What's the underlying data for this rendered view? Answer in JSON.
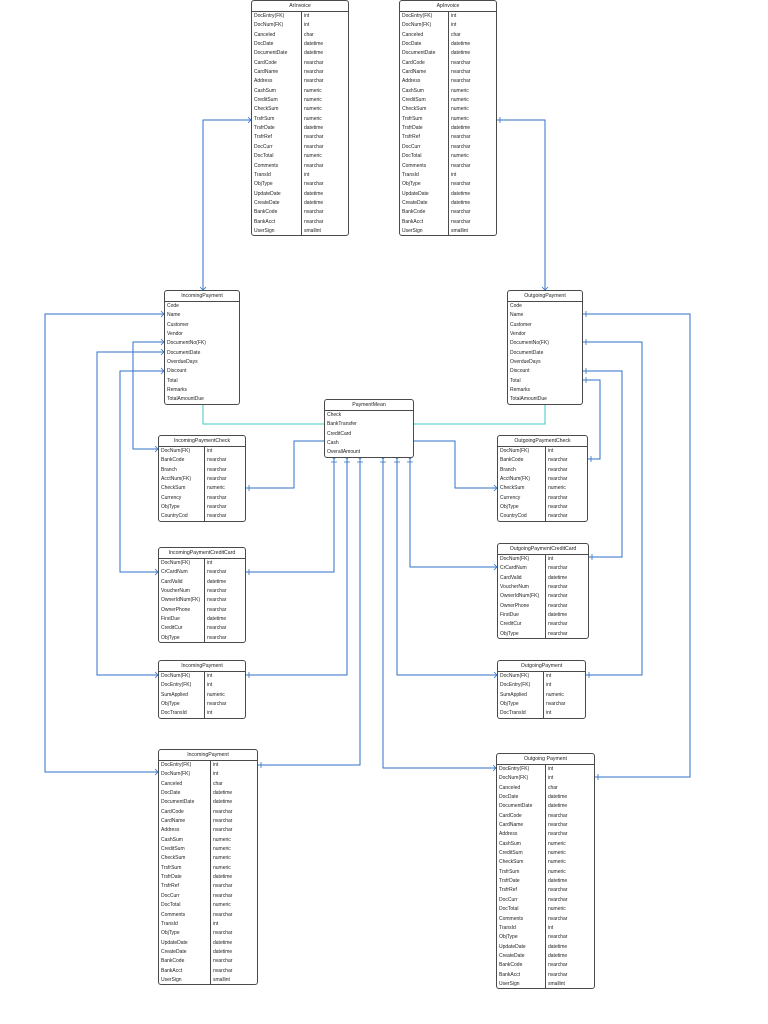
{
  "tables": [
    {
      "id": "arinvoice",
      "title": "ArInvoice",
      "rows": [
        [
          "DocEntry(FK)",
          "int"
        ],
        [
          "DocNum(FK)",
          "int"
        ],
        [
          "Canceled",
          "char"
        ],
        [
          "DocDate",
          "datetime"
        ],
        [
          "DocumentDate",
          "datetime"
        ],
        [
          "CardCode",
          "nvarchar"
        ],
        [
          "CardName",
          "nvarchar"
        ],
        [
          "Address",
          "nvarchar"
        ],
        [
          "CashSum",
          "numeric"
        ],
        [
          "CreditSum",
          "numeric"
        ],
        [
          "CheckSum",
          "numeric"
        ],
        [
          "TrsfrSum",
          "numeric"
        ],
        [
          "TrsfrDate",
          "datetime"
        ],
        [
          "TrsfrRef",
          "nvarchar"
        ],
        [
          "DocCurr",
          "nvarchar"
        ],
        [
          "DocTotal",
          "numeric"
        ],
        [
          "Comments",
          "nvarchar"
        ],
        [
          "TransId",
          "int"
        ],
        [
          "ObjType",
          "nvarchar"
        ],
        [
          "UpdateDate",
          "datetime"
        ],
        [
          "CreateDate",
          "datetime"
        ],
        [
          "BankCode",
          "nvarchar"
        ],
        [
          "BankAcct",
          "nvarchar"
        ],
        [
          "UserSign",
          "smallint"
        ]
      ]
    },
    {
      "id": "apinvoice",
      "title": "ApInvoice",
      "rows": [
        [
          "DocEntry(FK)",
          "int"
        ],
        [
          "DocNum(FK)",
          "int"
        ],
        [
          "Canceled",
          "char"
        ],
        [
          "DocDate",
          "datetime"
        ],
        [
          "DocumentDate",
          "datetime"
        ],
        [
          "CardCode",
          "nvarchar"
        ],
        [
          "CardName",
          "nvarchar"
        ],
        [
          "Address",
          "nvarchar"
        ],
        [
          "CashSum",
          "numeric"
        ],
        [
          "CreditSum",
          "numeric"
        ],
        [
          "CheckSum",
          "numeric"
        ],
        [
          "TrsfrSum",
          "numeric"
        ],
        [
          "TrsfrDate",
          "datetime"
        ],
        [
          "TrsfrRef",
          "nvarchar"
        ],
        [
          "DocCurr",
          "nvarchar"
        ],
        [
          "DocTotal",
          "numeric"
        ],
        [
          "Comments",
          "nvarchar"
        ],
        [
          "TransId",
          "int"
        ],
        [
          "ObjType",
          "nvarchar"
        ],
        [
          "UpdateDate",
          "datetime"
        ],
        [
          "CreateDate",
          "datetime"
        ],
        [
          "BankCode",
          "nvarchar"
        ],
        [
          "BankAcct",
          "nvarchar"
        ],
        [
          "UserSign",
          "smallint"
        ]
      ]
    },
    {
      "id": "incomingpayment_top",
      "title": "IncomingPayment",
      "rows": [
        [
          "Code"
        ],
        [
          "Name"
        ],
        [
          "Customer"
        ],
        [
          "Vendor"
        ],
        [
          "DocumentNo(FK)"
        ],
        [
          "DocumentDate"
        ],
        [
          "OverdueDays"
        ],
        [
          "Discount"
        ],
        [
          "Total"
        ],
        [
          "Remarks"
        ],
        [
          "TotalAmountDue"
        ]
      ]
    },
    {
      "id": "outgoingpayment_top",
      "title": "OutgoingPayment",
      "rows": [
        [
          "Code"
        ],
        [
          "Name"
        ],
        [
          "Customer"
        ],
        [
          "Vendor"
        ],
        [
          "DocumentNo(FK)"
        ],
        [
          "DocumentDate"
        ],
        [
          "OverdueDays"
        ],
        [
          "Discount"
        ],
        [
          "Total"
        ],
        [
          "Remarks"
        ],
        [
          "TotalAmountDue"
        ]
      ]
    },
    {
      "id": "paymentmean",
      "title": "PaymentMean",
      "rows": [
        [
          "Check"
        ],
        [
          "BankTransfer"
        ],
        [
          "CreditCard"
        ],
        [
          "Cash"
        ],
        [
          "OverallAmount"
        ]
      ]
    },
    {
      "id": "incomingpaymentcheck",
      "title": "IncomingPaymentCheck",
      "rows": [
        [
          "DocNum(FK)",
          "int"
        ],
        [
          "BankCode",
          "nvarchar"
        ],
        [
          "Branch",
          "nvarchar"
        ],
        [
          "AcctNum(FK)",
          "nvarchar"
        ],
        [
          "CheckSum",
          "numeric"
        ],
        [
          "Currency",
          "nvarchar"
        ],
        [
          "ObjType",
          "nvarchar"
        ],
        [
          "CountryCod",
          "nvarchar"
        ]
      ]
    },
    {
      "id": "outgoingpaymentcheck",
      "title": "OutgoingPaymentCheck",
      "rows": [
        [
          "DocNum(FK)",
          "int"
        ],
        [
          "BankCode",
          "nvarchar"
        ],
        [
          "Branch",
          "nvarchar"
        ],
        [
          "AcctNum(FK)",
          "nvarchar"
        ],
        [
          "CheckSum",
          "numeric"
        ],
        [
          "Currency",
          "nvarchar"
        ],
        [
          "ObjType",
          "nvarchar"
        ],
        [
          "CountryCod",
          "nvarchar"
        ]
      ]
    },
    {
      "id": "incomingpaymentcreditcard",
      "title": "IncomingPaymentCreditCard",
      "rows": [
        [
          "DocNum(FK)",
          "int"
        ],
        [
          "CrCardNum",
          "nvarchar"
        ],
        [
          "CardValid",
          "datetime"
        ],
        [
          "VoucherNum",
          "nvarchar"
        ],
        [
          "OwnerIdNum(FK)",
          "nvarchar"
        ],
        [
          "OwnerPhone",
          "nvarchar"
        ],
        [
          "FirstDue",
          "datetime"
        ],
        [
          "CreditCur",
          "nvarchar"
        ],
        [
          "ObjType",
          "nvarchar"
        ]
      ]
    },
    {
      "id": "outgoingpaymentcreditcard",
      "title": "OutgoingPaymentCreditCard",
      "rows": [
        [
          "DocNum(FK)",
          "int"
        ],
        [
          "CrCardNum",
          "nvarchar"
        ],
        [
          "CardValid",
          "datetime"
        ],
        [
          "VoucherNum",
          "nvarchar"
        ],
        [
          "OwnerIdNum(FK)",
          "nvarchar"
        ],
        [
          "OwnerPhone",
          "nvarchar"
        ],
        [
          "FirstDue",
          "datetime"
        ],
        [
          "CreditCur",
          "nvarchar"
        ],
        [
          "ObjType",
          "nvarchar"
        ]
      ]
    },
    {
      "id": "incomingpayments",
      "title": "IncomingPayment",
      "rows": [
        [
          "DocNum(FK)",
          "int"
        ],
        [
          "DocEntry(FK)",
          "int"
        ],
        [
          "SumApplied",
          "numeric"
        ],
        [
          "ObjType",
          "nvarchar"
        ],
        [
          "DocTransId",
          "int"
        ]
      ]
    },
    {
      "id": "outgoingpayments",
      "title": "OutgoingPayment",
      "rows": [
        [
          "DocNum(FK)",
          "int"
        ],
        [
          "DocEntry(FK)",
          "int"
        ],
        [
          "SumApplied",
          "numeric"
        ],
        [
          "ObjType",
          "nvarchar"
        ],
        [
          "DocTransId",
          "int"
        ]
      ]
    },
    {
      "id": "incomingpayment_bottom",
      "title": "IncomingPayment",
      "rows": [
        [
          "DocEntry(FK)",
          "int"
        ],
        [
          "DocNum(FK)",
          "int"
        ],
        [
          "Canceled",
          "char"
        ],
        [
          "DocDate",
          "datetime"
        ],
        [
          "DocumentDate",
          "datetime"
        ],
        [
          "CardCode",
          "nvarchar"
        ],
        [
          "CardName",
          "nvarchar"
        ],
        [
          "Address",
          "nvarchar"
        ],
        [
          "CashSum",
          "numeric"
        ],
        [
          "CreditSum",
          "numeric"
        ],
        [
          "CheckSum",
          "numeric"
        ],
        [
          "TrsfrSum",
          "numeric"
        ],
        [
          "TrsfrDate",
          "datetime"
        ],
        [
          "TrsfrRef",
          "nvarchar"
        ],
        [
          "DocCurr",
          "nvarchar"
        ],
        [
          "DocTotal",
          "numeric"
        ],
        [
          "Comments",
          "nvarchar"
        ],
        [
          "TransId",
          "int"
        ],
        [
          "ObjType",
          "nvarchar"
        ],
        [
          "UpdateDate",
          "datetime"
        ],
        [
          "CreateDate",
          "datetime"
        ],
        [
          "BankCode",
          "nvarchar"
        ],
        [
          "BankAcct",
          "nvarchar"
        ],
        [
          "UserSign",
          "smallint"
        ]
      ]
    },
    {
      "id": "outgoingpayment_bottom",
      "title": "Outgoing Payment",
      "rows": [
        [
          "DocEntry(FK)",
          "int"
        ],
        [
          "DocNum(FK)",
          "int"
        ],
        [
          "Canceled",
          "char"
        ],
        [
          "DocDate",
          "datetime"
        ],
        [
          "DocumentDate",
          "datetime"
        ],
        [
          "CardCode",
          "nvarchar"
        ],
        [
          "CardName",
          "nvarchar"
        ],
        [
          "Address",
          "nvarchar"
        ],
        [
          "CashSum",
          "numeric"
        ],
        [
          "CreditSum",
          "numeric"
        ],
        [
          "CheckSum",
          "numeric"
        ],
        [
          "TrsfrSum",
          "numeric"
        ],
        [
          "TrsfrDate",
          "datetime"
        ],
        [
          "TrsfrRef",
          "nvarchar"
        ],
        [
          "DocCurr",
          "nvarchar"
        ],
        [
          "DocTotal",
          "numeric"
        ],
        [
          "Comments",
          "nvarchar"
        ],
        [
          "TransId",
          "int"
        ],
        [
          "ObjType",
          "nvarchar"
        ],
        [
          "UpdateDate",
          "datetime"
        ],
        [
          "CreateDate",
          "datetime"
        ],
        [
          "BankCode",
          "nvarchar"
        ],
        [
          "BankAcct",
          "nvarchar"
        ],
        [
          "UserSign",
          "smallint"
        ]
      ]
    }
  ],
  "colors": {
    "connector": "#2f72c8",
    "connector_alt": "#3cc8c0",
    "border": "#4a4a4a"
  }
}
